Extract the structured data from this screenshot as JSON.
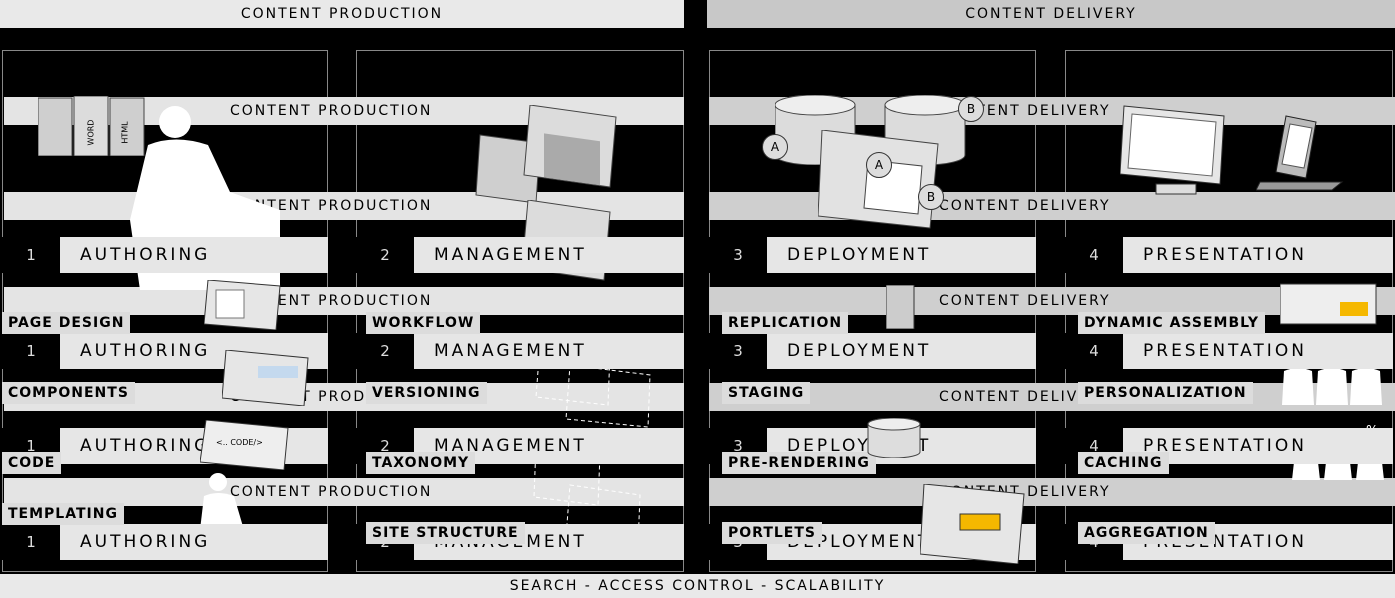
{
  "header": {
    "production": "CONTENT PRODUCTION",
    "delivery": "CONTENT DELIVERY"
  },
  "stages": [
    {
      "num": "1",
      "label": "AUTHORING"
    },
    {
      "num": "2",
      "label": "MANAGEMENT"
    },
    {
      "num": "3",
      "label": "DEPLOYMENT"
    },
    {
      "num": "4",
      "label": "PRESENTATION"
    }
  ],
  "authoring_tasks": [
    "PAGE DESIGN",
    "COMPONENTS",
    "CODE",
    "TEMPLATING"
  ],
  "management_tasks": [
    "WORKFLOW",
    "VERSIONING",
    "TAXONOMY",
    "SITE STRUCTURE"
  ],
  "deployment_tasks": [
    "REPLICATION",
    "STAGING",
    "PRE-RENDERING",
    "PORTLETS"
  ],
  "presentation_tasks": [
    "DYNAMIC ASSEMBLY",
    "PERSONALIZATION",
    "CACHING",
    "AGGREGATION"
  ],
  "icons": {
    "book1": "WORD",
    "book2": "HTML",
    "code_card": "<.. CODE/>",
    "db_a": "A",
    "db_b": "B",
    "percent": "%"
  },
  "footer": "SEARCH - ACCESS CONTROL - SCALABILITY"
}
